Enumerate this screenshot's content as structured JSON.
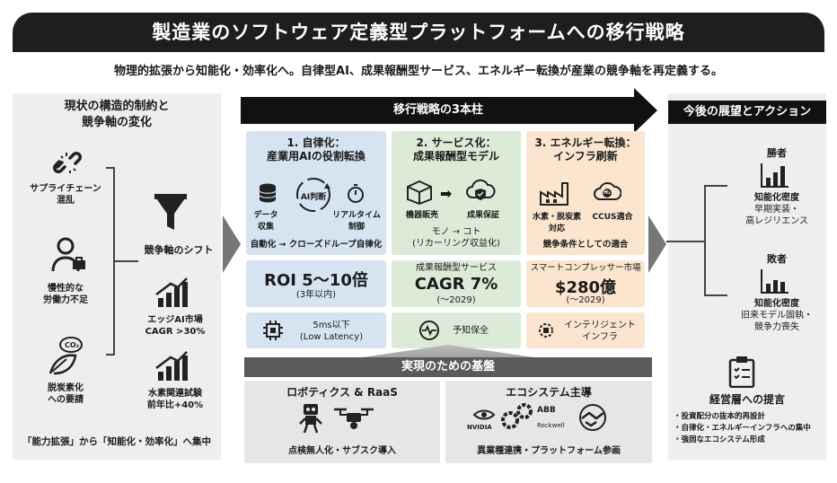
{
  "title": "製造業のソフトウェア定義型プラットフォームへの移行戦略",
  "subtitle": "物理的拡張から知能化・効率化へ。自律型AI、成果報酬型サービス、エネルギー転換が産業の競争軸を再定義する。",
  "left": {
    "heading_line1": "現状の構造的制約と",
    "heading_line2": "競争軸の変化",
    "items": [
      {
        "icon": "broken-chain-icon",
        "label1": "サプライチェーン",
        "label2": "混乱"
      },
      {
        "icon": "worker-icon",
        "label1": "慢性的な",
        "label2": "労働力不足"
      },
      {
        "icon": "co2-leaf-icon",
        "label1": "脱炭素化",
        "label2": "への要請"
      }
    ],
    "shift_label": "競争軸のシフト",
    "stats": [
      {
        "icon": "growth-chart-icon",
        "label1": "エッジAI市場",
        "label2": "CAGR >30%"
      },
      {
        "icon": "growth-chart-icon",
        "label1": "水素関連試験",
        "label2": "前年比+40%"
      }
    ],
    "footer": "「能力拡張」から「知能化・効率化」へ集中"
  },
  "pillars_header": "移行戦略の3本柱",
  "pillars": [
    {
      "title1": "1. 自律化：",
      "title2": "産業用AIの役割転換",
      "icons": [
        "データ",
        "収集",
        "AI判断",
        "リアルタイム",
        "制御"
      ],
      "caption": "自動化 → クローズドループ自律化",
      "metric_big": "ROI 5〜10倍",
      "metric_sub": "(3年以内)",
      "bottom_line1": "5ms以下",
      "bottom_line2": "(Low Latency)"
    },
    {
      "title1": "2. サービス化：",
      "title2": "成果報酬型モデル",
      "icons": [
        "機器販売",
        "成果保証"
      ],
      "caption1": "モノ → コト",
      "caption2": "(リカーリング収益化)",
      "metric_top": "成果報酬型サービス",
      "metric_big": "CAGR 7%",
      "metric_sub": "(〜2029)",
      "bottom_line1": "予知保全"
    },
    {
      "title1": "3. エネルギー転換：",
      "title2": "インフラ刷新",
      "icons": [
        "水素・脱炭素",
        "対応",
        "CCUS適合",
        "H₂"
      ],
      "caption": "競争条件としての適合",
      "metric_top": "スマートコンプレッサー市場",
      "metric_big": "$280億",
      "metric_sub": "(〜2029)",
      "bottom_line1": "インテリジェント",
      "bottom_line2": "インフラ"
    }
  ],
  "foundation": {
    "header": "実現のための基盤",
    "left_title": "ロボティクス & RaaS",
    "left_caption": "点検無人化・サブスク導入",
    "right_title": "エコシステム主導",
    "right_logos": [
      "NVIDIA",
      "ABB",
      "Rockwell"
    ],
    "right_caption": "異業種連携・プラットフォーム参画"
  },
  "right": {
    "header": "今後の展望とアクション",
    "winners": {
      "title": "勝者",
      "line1": "知能化密度",
      "line2": "早期実装・",
      "line3": "高レジリエンス"
    },
    "losers": {
      "title": "敗者",
      "line1": "知能化密度",
      "line2": "旧来モデル固執・",
      "line3": "競争力喪失"
    },
    "proposal_title": "経営層への提言",
    "proposals": [
      "・投資配分の抜本的再設計",
      "・自律化・エネルギーインフラへの集中",
      "・強固なエコシステム形成"
    ]
  },
  "colors": {
    "dark": "#1e1e1e",
    "blue": "#d6e4f1",
    "green": "#dcebd8",
    "orange": "#fbe5cf",
    "gray": "#eeeeee"
  }
}
